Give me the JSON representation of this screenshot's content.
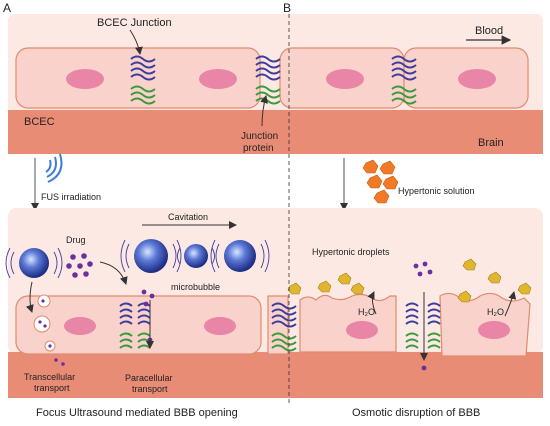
{
  "panels": {
    "a_letter": "A",
    "b_letter": "B"
  },
  "labels": {
    "bcec_junction": "BCEC Junction",
    "blood": "Blood",
    "bcec": "BCEC",
    "junction_protein_1": "Junction",
    "junction_protein_2": "protein",
    "brain": "Brain",
    "fus_irradiation": "FUS irradiation",
    "hypertonic_solution": "Hypertonic solution",
    "cavitation": "Cavitation",
    "drug": "Drug",
    "microbubble": "microbubble",
    "hypertonic_droplets": "Hypertonic droplets",
    "h2o_left": "H₂O",
    "h2o_right": "H₂O",
    "transcellular_1": "Transcellular",
    "transcellular_2": "transport",
    "paracellular_1": "Paracellular",
    "paracellular_2": "transport",
    "caption_left": "Focus Ultrasound mediated BBB opening",
    "caption_right": "Osmotic disruption of BBB"
  },
  "colors": {
    "vessel_bg": "#fde9e3",
    "cell_fill": "#f9d3cb",
    "cell_stroke": "#e08a6e",
    "nucleus": "#e985a6",
    "brain_band": "#e98c76",
    "junction_blue": "#3d3d9e",
    "junction_green": "#3c9a3c",
    "drug_purple": "#6b2fa0",
    "droplet_yellow": "#e0b530",
    "solution_orange": "#f07a28"
  }
}
